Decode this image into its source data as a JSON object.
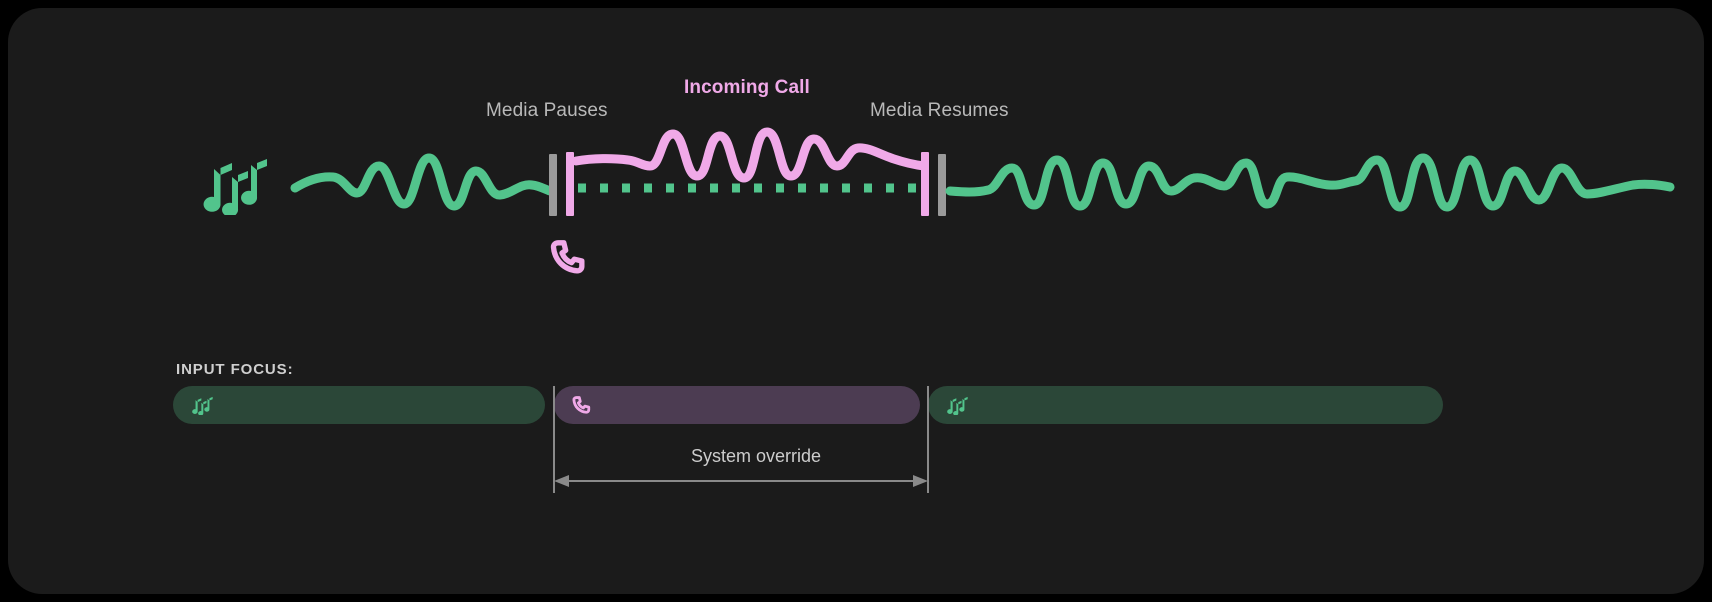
{
  "theme": {
    "page_background": "#000000",
    "card_background": "#1b1b1b",
    "media_accent": "#52c48c",
    "call_accent": "#f0a9e8",
    "label_color": "#b9b9b9",
    "divider_color": "#9a9a9a",
    "media_chip_fill": "#2b4738",
    "call_chip_fill": "#4c3c52"
  },
  "timeline": {
    "labels": {
      "media_pauses": "Media Pauses",
      "incoming_call": "Incoming Call",
      "media_resumes": "Media Resumes"
    },
    "icons": {
      "media_notes": "music-notes-icon",
      "incoming_call_phone": "phone-icon"
    },
    "states": [
      {
        "name": "media-playing-before",
        "stream": "media",
        "style": "solid-wave"
      },
      {
        "name": "media-paused",
        "stream": "media",
        "style": "dotted-line"
      },
      {
        "name": "call-active",
        "stream": "call",
        "style": "solid-wave"
      },
      {
        "name": "media-playing-after",
        "stream": "media",
        "style": "solid-wave"
      }
    ]
  },
  "input_focus": {
    "title": "INPUT FOCUS:",
    "segments": [
      {
        "owner": "media",
        "icon": "music-notes-icon",
        "label": ""
      },
      {
        "owner": "call",
        "icon": "phone-icon",
        "label": ""
      },
      {
        "owner": "media",
        "icon": "music-notes-icon",
        "label": ""
      }
    ],
    "override": {
      "label": "System override"
    }
  }
}
